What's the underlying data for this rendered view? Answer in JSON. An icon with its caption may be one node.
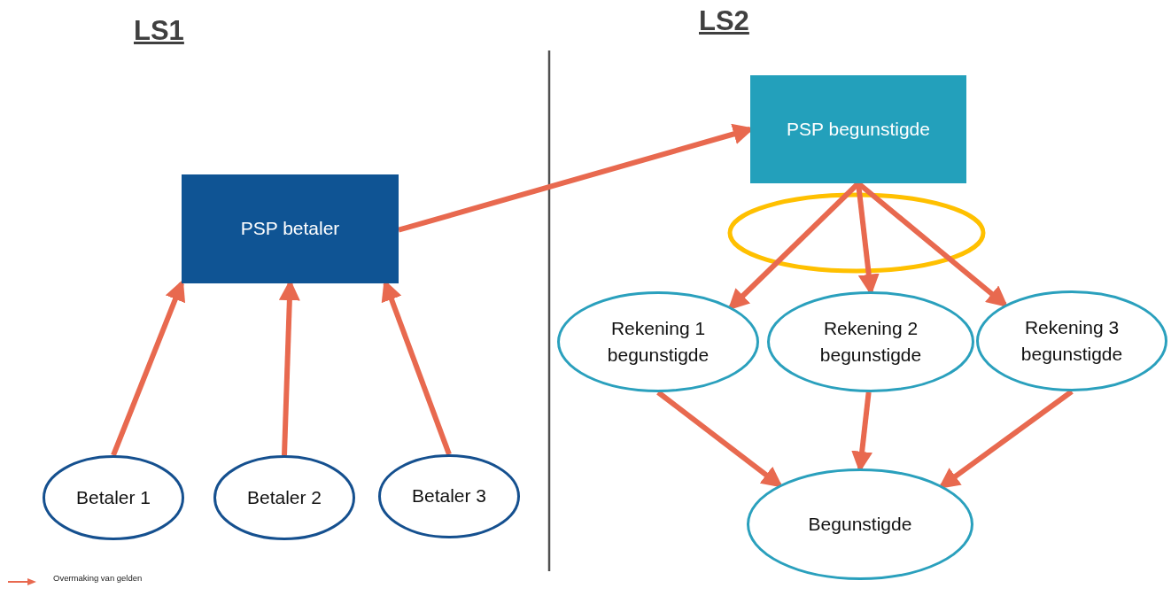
{
  "diagram": {
    "nodes": [
      {
        "text": [
          "PSP betaler"
        ]
      },
      {
        "text": [
          "PSP begunstigde"
        ]
      },
      {
        "text": [
          "Betaler 1"
        ]
      },
      {
        "text": [
          "Betaler 2"
        ]
      },
      {
        "text": [
          "Betaler 3"
        ]
      },
      {
        "text": [
          "Rekening 1 begunstigde"
        ]
      },
      {
        "text": [
          "Rekening 2 begunstigde"
        ]
      },
      {
        "text": [
          "Rekening 3 begunstigde"
        ]
      },
      {
        "text": [
          "Begunstigde"
        ]
      }
    ],
    "edges": [
      {
        "from": 2,
        "to": 0,
        "arrow": "to"
      },
      {
        "from": 3,
        "to": 0,
        "arrow": "to"
      },
      {
        "from": 4,
        "to": 0,
        "arrow": "to"
      },
      {
        "from": 0,
        "to": 1,
        "arrow": "to"
      },
      {
        "from": 1,
        "to": 5,
        "arrow": "to"
      },
      {
        "from": 1,
        "to": 6,
        "arrow": "to"
      },
      {
        "from": 1,
        "to": 7,
        "arrow": "to"
      },
      {
        "from": 5,
        "to": 8,
        "arrow": "to"
      },
      {
        "from": 6,
        "to": 8,
        "arrow": "to"
      },
      {
        "from": 7,
        "to": 8,
        "arrow": "to"
      }
    ],
    "labels": [
      "LS1",
      "LS2"
    ],
    "legend": [
      {
        "text": "Overmaking van gelden"
      }
    ]
  }
}
